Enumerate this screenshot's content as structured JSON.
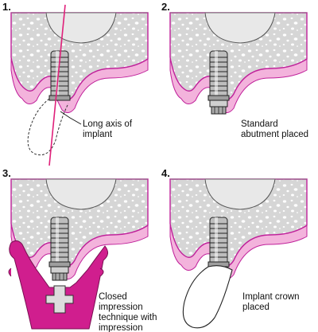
{
  "steps": [
    {
      "number": "1.",
      "caption": "Long axis of implant"
    },
    {
      "number": "2.",
      "caption": "Standard abutment placed"
    },
    {
      "number": "3.",
      "caption": "Closed impression technique with impression coping"
    },
    {
      "number": "4.",
      "caption": "Implant crown placed"
    }
  ],
  "colors": {
    "gum_pink": "#f3b3dc",
    "bone_line": "#c0209a",
    "axis_line": "#e0207a",
    "coping_magenta": "#d01e8e",
    "bone_gray": "#d9d9d9",
    "tooth_gray": "#e8e8e8",
    "metal_gray": "#b9b9b9"
  }
}
